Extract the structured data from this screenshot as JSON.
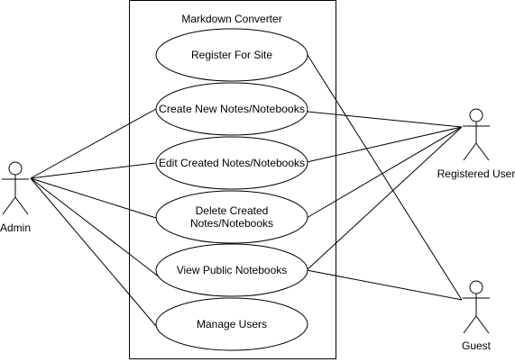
{
  "system": {
    "title": "Markdown Converter"
  },
  "actors": {
    "admin": "Admin",
    "registered_user": "Registered User",
    "guest": "Guest"
  },
  "use_cases": {
    "register": "Register For Site",
    "create": "Create New Notes/Notebooks",
    "edit": "Edit Created Notes/Notebooks",
    "delete_line1": "Delete Created",
    "delete_line2": "Notes/Notebooks",
    "view": "View Public Notebooks",
    "manage": "Manage Users"
  }
}
